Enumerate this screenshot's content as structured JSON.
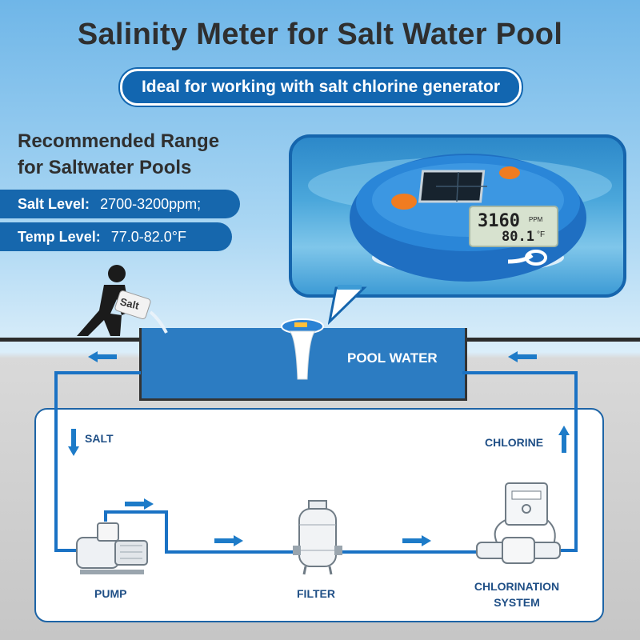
{
  "title": "Salinity Meter for Salt Water Pool",
  "subtitle": "Ideal for working with salt chlorine generator",
  "range": {
    "heading_line1": "Recommended Range",
    "heading_line2": "for Saltwater Pools",
    "salt_label": "Salt Level:",
    "salt_value": "2700-3200ppm;",
    "temp_label": "Temp Level:",
    "temp_value": "77.0-82.0°F"
  },
  "device": {
    "display_value1": "3160",
    "display_unit1": "PPM",
    "display_value2": "80.1",
    "display_unit2": "°F"
  },
  "salt_bag": "Salt",
  "diagram": {
    "pool_label": "POOL WATER",
    "salt_label": "SALT",
    "chlorine_label": "CHLORINE",
    "pump_label": "PUMP",
    "filter_label": "FILTER",
    "chlorination_line1": "CHLORINATION",
    "chlorination_line2": "SYSTEM"
  },
  "colors": {
    "brand_blue": "#1667ad",
    "title_text": "#2f2f2f",
    "label_blue": "#1f4f86"
  }
}
